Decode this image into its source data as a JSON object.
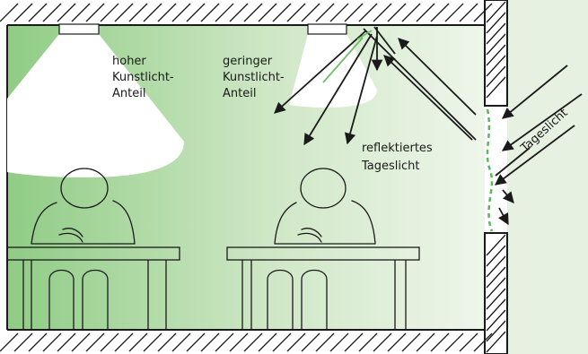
{
  "labels": {
    "high_artificial": [
      "hoher",
      "Kunstlicht-",
      "Anteil"
    ],
    "low_artificial": [
      "geringer",
      "Kunstlicht-",
      "Anteil"
    ],
    "reflected_daylight": [
      "reflektiertes",
      "Tageslicht"
    ],
    "daylight": "Tageslicht"
  },
  "colors": {
    "room_green_dark": "#8fcc84",
    "room_green_light": "#eef6ea",
    "outside_green": "#e6f1e1",
    "lamp_glow": "#ffffff",
    "window_glass": "#5cb85c",
    "line": "#1a1a1a"
  },
  "icons": {
    "lamps": "ceiling-lamp-icon",
    "people": "seated-person-icon",
    "desks": "desk-icon"
  }
}
